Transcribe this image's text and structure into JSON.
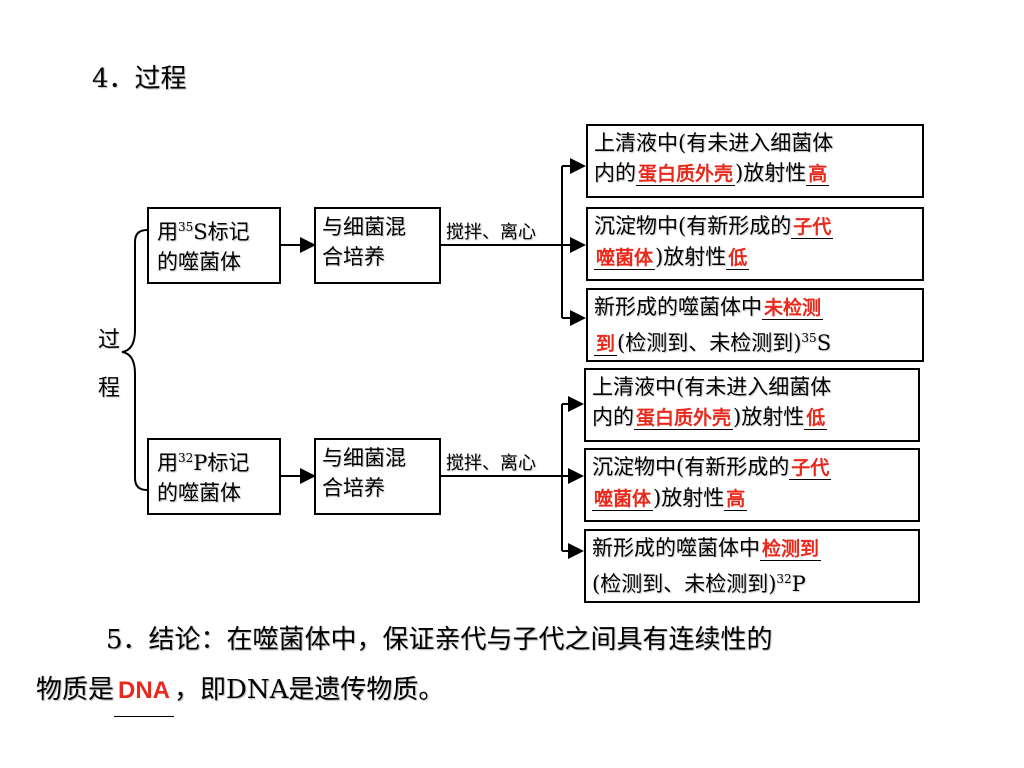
{
  "heading": "4．过程",
  "process_label": [
    "过",
    "程"
  ],
  "operation_label": "搅拌、离心",
  "branches": [
    {
      "label_prefix": "用",
      "isotope_mass": "35",
      "label_element": "S标记",
      "label_line2": "的噬菌体",
      "mix_line1": "与细菌混",
      "mix_line2": "合培养",
      "results": [
        {
          "line1": "上清液中(有未进入细菌体",
          "line2_before": "内的",
          "answer1": "蛋白质外壳",
          "line2_mid": ")放射性",
          "answer2": "高"
        },
        {
          "line1_before": "沉淀物中(有新形成的",
          "answer1": "子代",
          "answer1b": "噬菌体",
          "line2_mid": ")放射性",
          "answer2": "低"
        },
        {
          "line1_before": "新形成的噬菌体中",
          "answer1": "未检测",
          "answer1b": "到",
          "line2_mid": "(检测到、未检测到)",
          "isotope_mass": "35",
          "isotope_element": "S"
        }
      ]
    },
    {
      "label_prefix": "用",
      "isotope_mass": "32",
      "label_element": "P标记",
      "label_line2": "的噬菌体",
      "mix_line1": "与细菌混",
      "mix_line2": "合培养",
      "results": [
        {
          "line1": "上清液中(有未进入细菌体",
          "line2_before": "内的",
          "answer1": "蛋白质外壳",
          "line2_mid": ")放射性",
          "answer2": "低"
        },
        {
          "line1_before": "沉淀物中(有新形成的",
          "answer1": "子代",
          "answer1b": "噬菌体",
          "line2_mid": ")放射性",
          "answer2": "高"
        },
        {
          "line1_before": "新形成的噬菌体中",
          "answer1": "检测到",
          "line2_mid": "(检测到、未检测到)",
          "isotope_mass": "32",
          "isotope_element": "P"
        }
      ]
    }
  ],
  "conclusion": {
    "line1": "5．结论：在噬菌体中，保证亲代与子代之间具有连续性的",
    "line2_before": "物质是",
    "blank_answer": "DNA",
    "line2_after": "，即DNA是遗传物质。"
  },
  "colors": {
    "answer": "#e8291c",
    "line": "#000000",
    "background": "#ffffff"
  }
}
